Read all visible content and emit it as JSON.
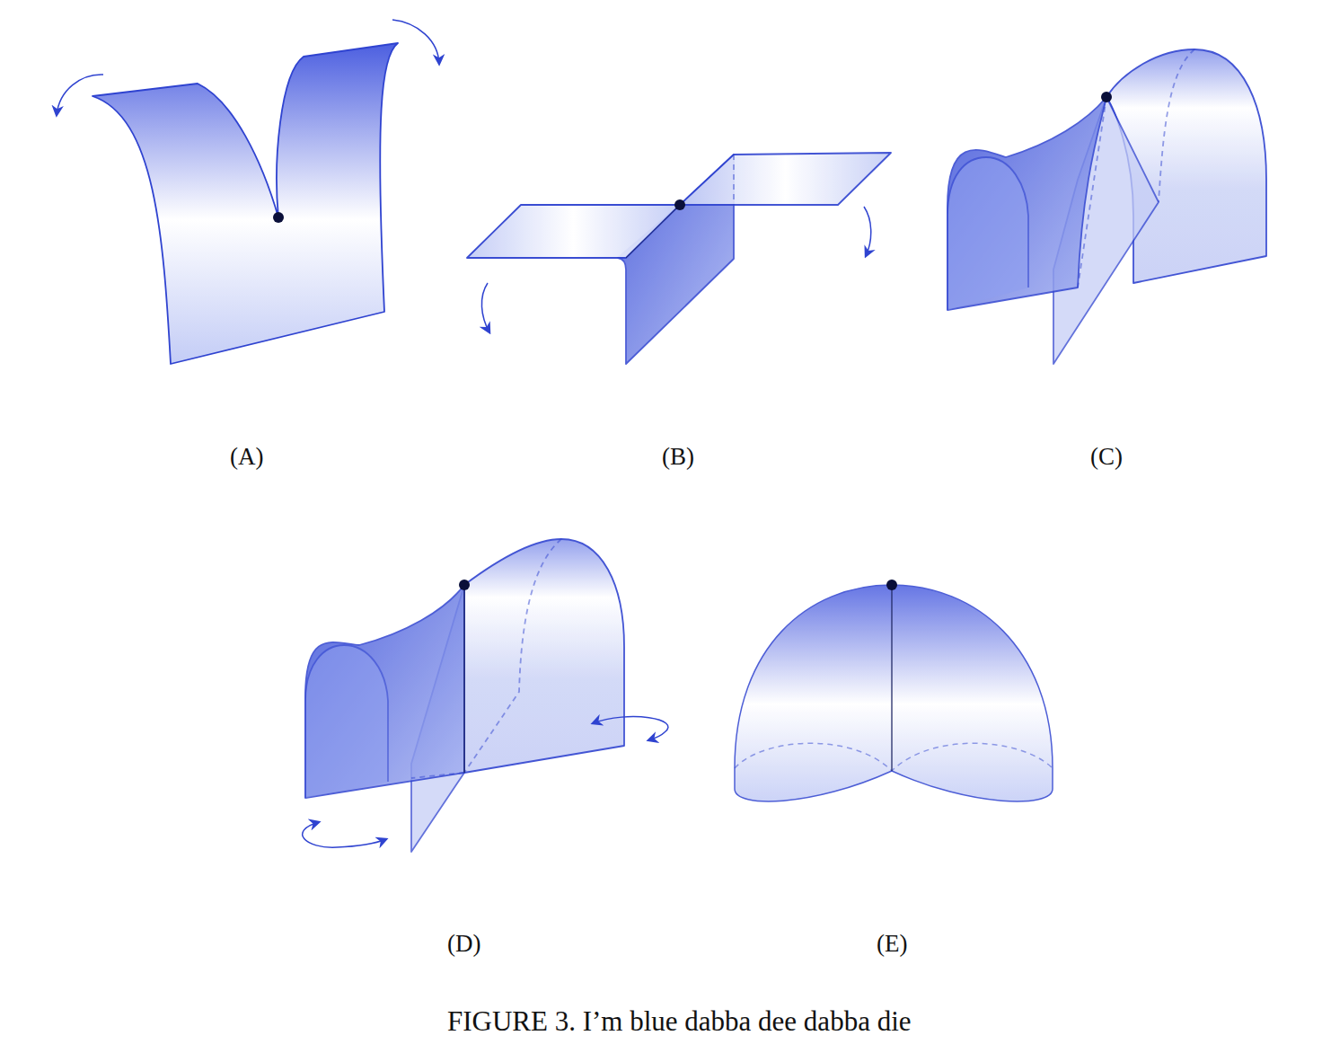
{
  "diagram": {
    "caption": "FIGURE 3. I’m blue dabba dee dabba die",
    "labels": [
      "(A)",
      "(B)",
      "(C)",
      "(D)",
      "(E)"
    ]
  }
}
